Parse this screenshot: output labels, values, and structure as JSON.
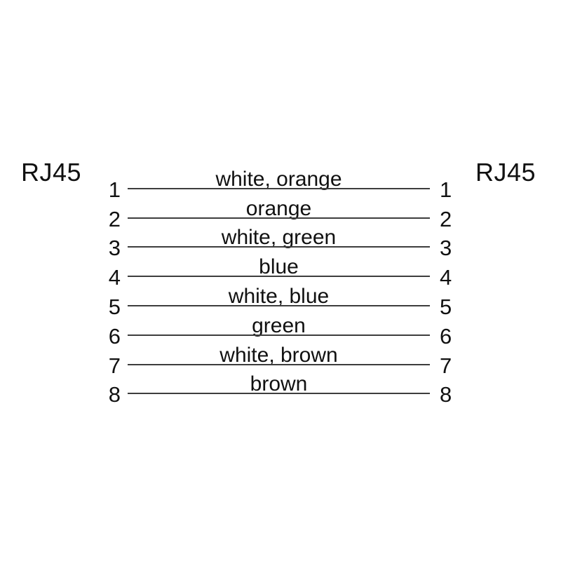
{
  "diagram": {
    "type": "rj45-pinout-wiring",
    "left_connector": "RJ45",
    "right_connector": "RJ45",
    "colors": {
      "line": "#3d3d3d",
      "text": "#111111",
      "background": "#ffffff"
    },
    "rows": [
      {
        "left_pin": "1",
        "wire_label": "white, orange",
        "right_pin": "1"
      },
      {
        "left_pin": "2",
        "wire_label": "orange",
        "right_pin": "2"
      },
      {
        "left_pin": "3",
        "wire_label": "white, green",
        "right_pin": "3"
      },
      {
        "left_pin": "4",
        "wire_label": "blue",
        "right_pin": "4"
      },
      {
        "left_pin": "5",
        "wire_label": "white, blue",
        "right_pin": "5"
      },
      {
        "left_pin": "6",
        "wire_label": "green",
        "right_pin": "6"
      },
      {
        "left_pin": "7",
        "wire_label": "white, brown",
        "right_pin": "7"
      },
      {
        "left_pin": "8",
        "wire_label": "brown",
        "right_pin": "8"
      }
    ]
  }
}
